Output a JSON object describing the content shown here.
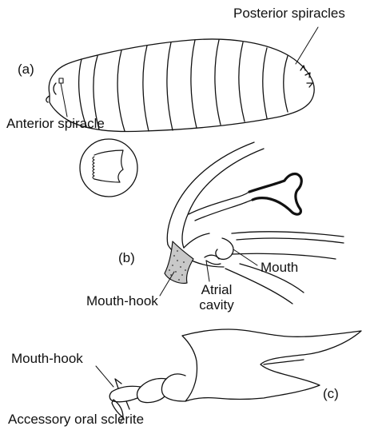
{
  "panels": {
    "a": {
      "tag": "(a)",
      "posterior_label": "Posterior spiracles",
      "anterior_label": "Anterior spiracle"
    },
    "b": {
      "tag": "(b)",
      "mouth_label": "Mouth",
      "mouth_hook_label": "Mouth-hook",
      "atrial_line1": "Atrial",
      "atrial_line2": "cavity"
    },
    "c": {
      "tag": "(c)",
      "mouth_hook_label": "Mouth-hook",
      "sclerite_label": "Accessory oral sclerite"
    }
  },
  "colors": {
    "ink": "#111111",
    "background": "#ffffff"
  }
}
